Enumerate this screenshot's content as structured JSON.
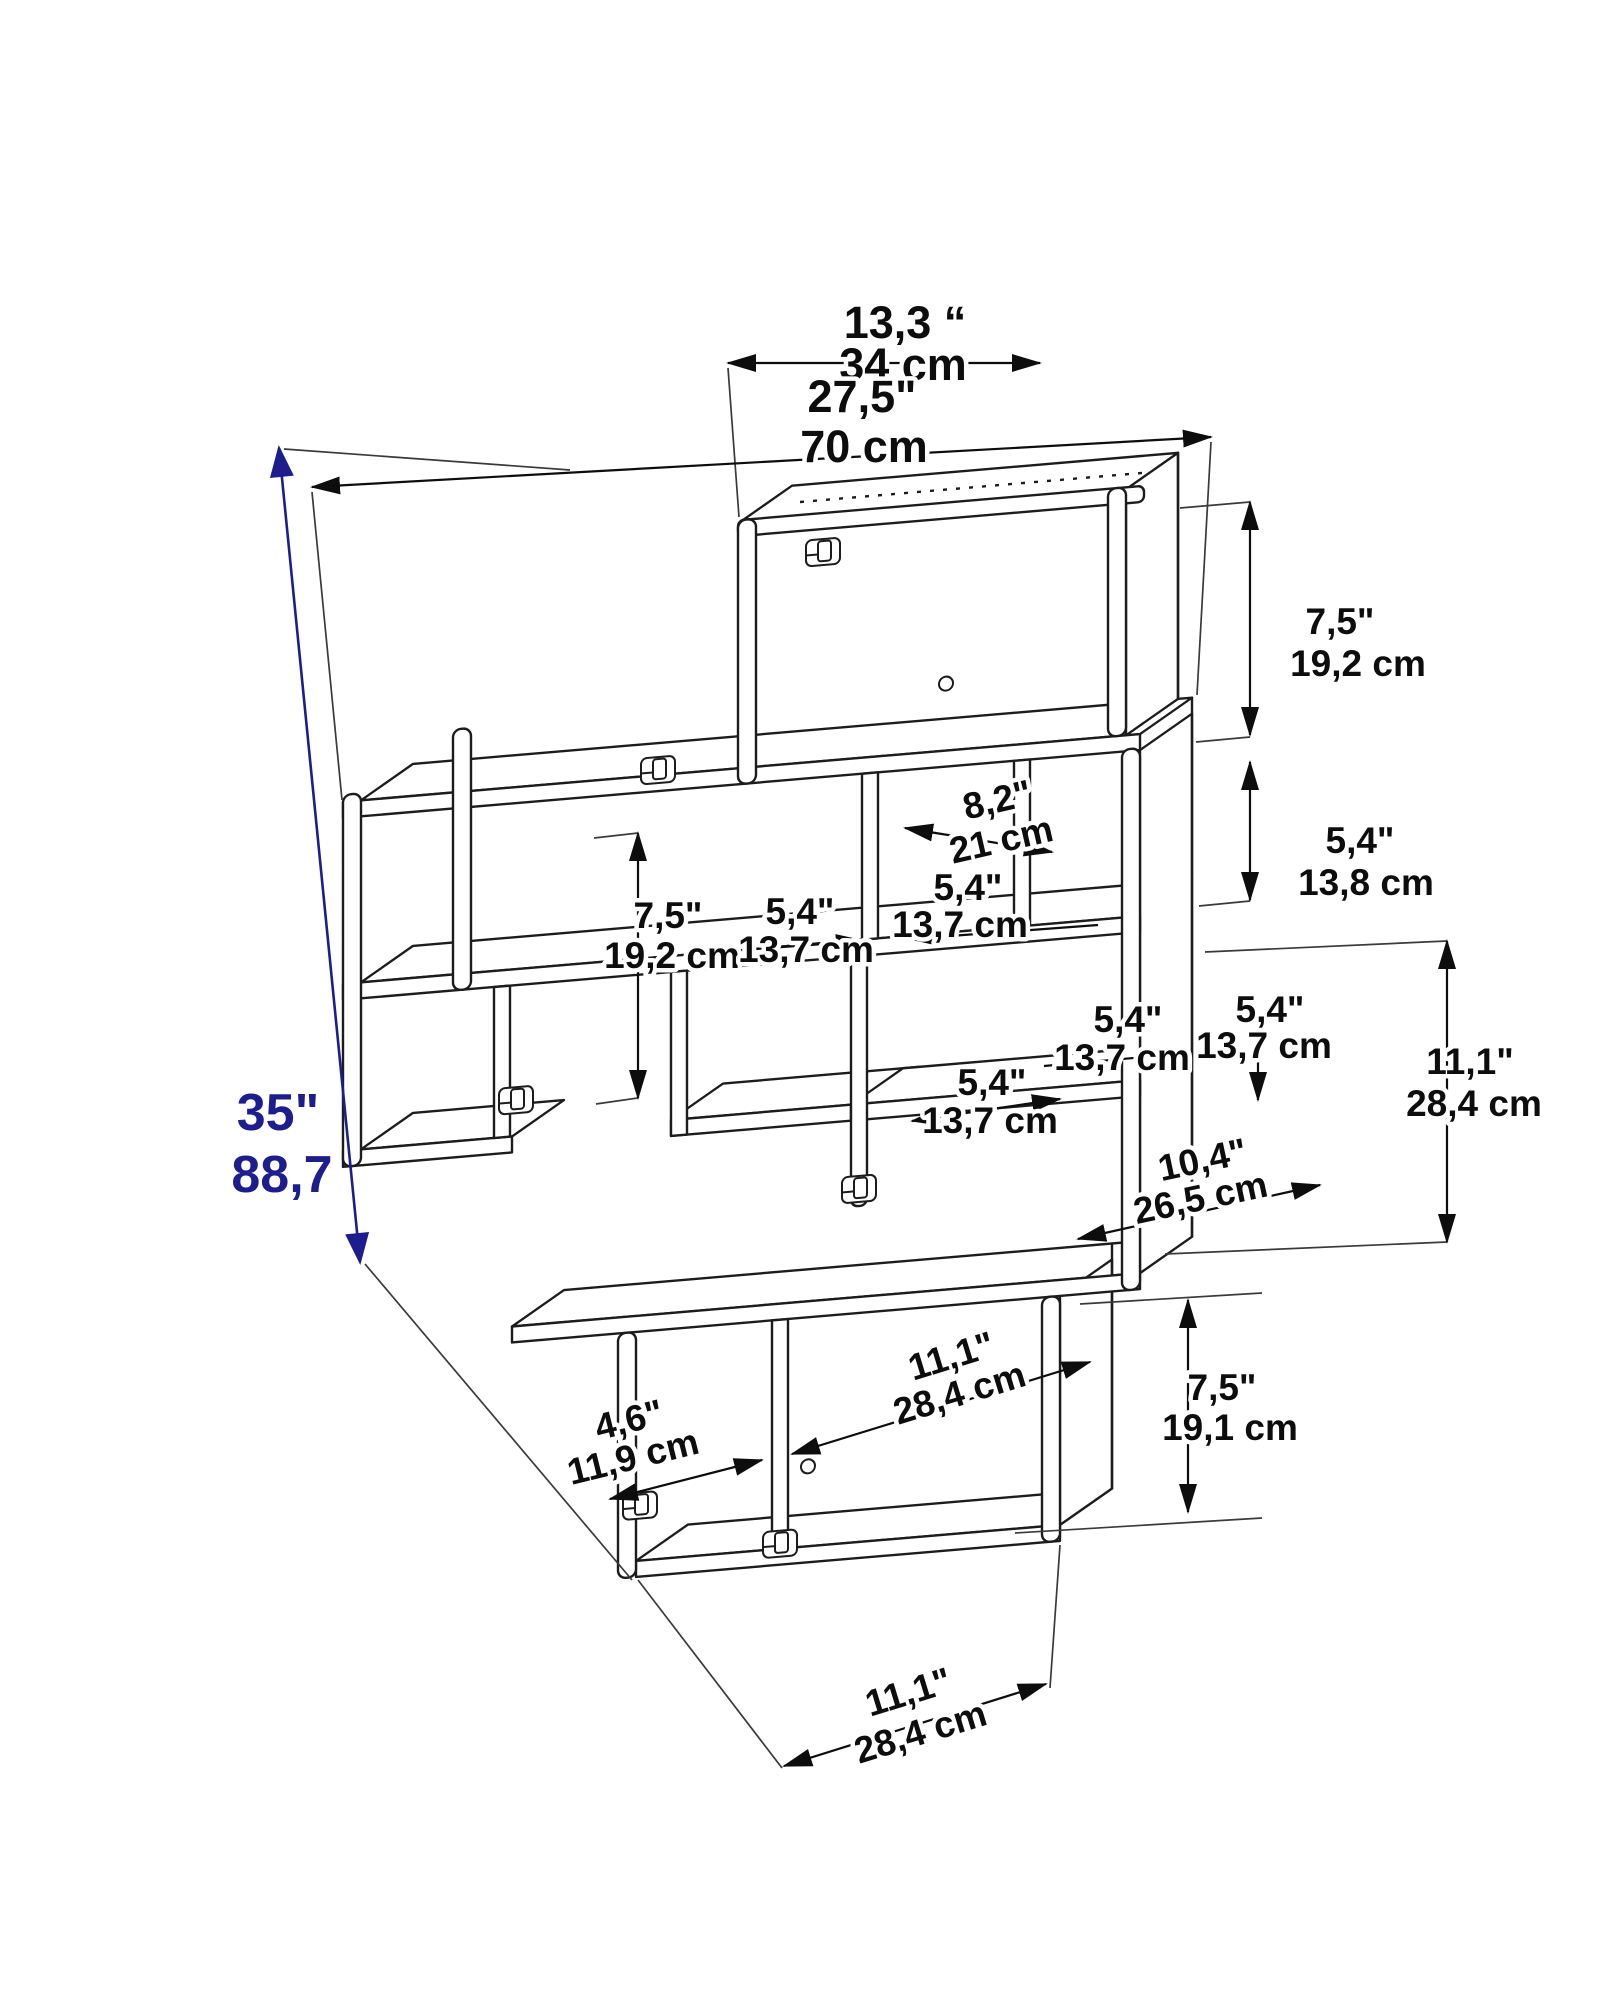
{
  "drawing": {
    "subject": "wall-mounted staircase cube shelf, isometric technical drawing with dimensions",
    "units_shown": [
      "inches",
      "cm"
    ]
  },
  "colors": {
    "background": "#ffffff",
    "line": "#1c1c1c",
    "dimension_text": "#0d0d0d",
    "overall_height_accent": "#1d1d8e"
  },
  "dims": {
    "top_width": {
      "in": "13,3 “",
      "cm": "34 cm"
    },
    "overall_width": {
      "in": "27,5\"",
      "cm": "70 cm"
    },
    "tier1_height": {
      "in": "7,5\"",
      "cm": "19,2 cm"
    },
    "right_shelf_gap": {
      "in": "5,4\"",
      "cm": "13,8 cm"
    },
    "upper_right_cubby_width": {
      "in": "8,2\"",
      "cm": "21 cm"
    },
    "left_cubby_height": {
      "in": "7,5\"",
      "cm": "19,2 cm"
    },
    "row2_cubby1_width": {
      "in": "5,4\"",
      "cm": "13,7 cm"
    },
    "row2_cubby2_width": {
      "in": "5,4\"",
      "cm": "13,7 cm"
    },
    "row3_right_shelf_width": {
      "in": "5,4\"",
      "cm": "13,7 cm"
    },
    "row3_right_shelf_height": {
      "in": "5,4\"",
      "cm": "13,7 cm"
    },
    "row3_height": {
      "in": "11,1\"",
      "cm": "28,4 cm"
    },
    "suspended_cubby_width": {
      "in": "5,4\"",
      "cm": "13,7 cm"
    },
    "row3_right_cubby_width": {
      "in": "10,4\"",
      "cm": "26,5 cm"
    },
    "row3_middle_cubby_width": {
      "in": "11,1\"",
      "cm": "28,4 cm"
    },
    "row4_left_cubby_width": {
      "in": "4,6\"",
      "cm": "11,9 cm"
    },
    "row4_height": {
      "in": "7,5\"",
      "cm": "19,1 cm"
    },
    "row4_cubby_width": {
      "in": "11,1\"",
      "cm": "28,4 cm"
    },
    "overall_height": {
      "in": "35\"",
      "cm": "88,7"
    }
  }
}
